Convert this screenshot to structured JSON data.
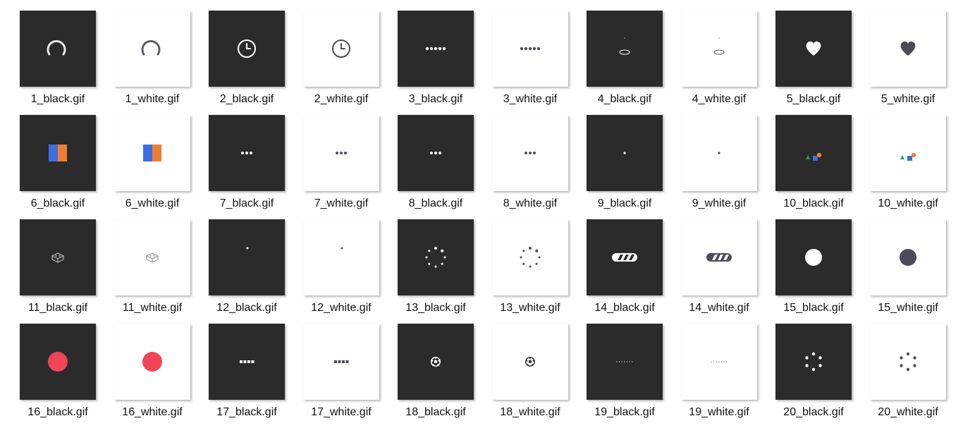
{
  "colors": {
    "dark_bg": "#2b2b2b",
    "light_bg": "#ffffff",
    "light_fg": "#4b4b5a",
    "accent_red": "#f04458",
    "accent_blue": "#3b6fe0",
    "accent_orange": "#ef7d31",
    "accent_green": "#1aa35a"
  },
  "files": [
    {
      "name": "1_black.gif",
      "bg": "black",
      "icon": "spinner-arc-icon"
    },
    {
      "name": "1_white.gif",
      "bg": "white",
      "icon": "spinner-arc-icon"
    },
    {
      "name": "2_black.gif",
      "bg": "black",
      "icon": "clock-icon"
    },
    {
      "name": "2_white.gif",
      "bg": "white",
      "icon": "clock-icon"
    },
    {
      "name": "3_black.gif",
      "bg": "black",
      "icon": "five-dots-icon"
    },
    {
      "name": "3_white.gif",
      "bg": "white",
      "icon": "five-dots-icon"
    },
    {
      "name": "4_black.gif",
      "bg": "black",
      "icon": "bounce-ring-icon"
    },
    {
      "name": "4_white.gif",
      "bg": "white",
      "icon": "bounce-ring-icon"
    },
    {
      "name": "5_black.gif",
      "bg": "black",
      "icon": "heart-icon"
    },
    {
      "name": "5_white.gif",
      "bg": "white",
      "icon": "heart-icon"
    },
    {
      "name": "6_black.gif",
      "bg": "black",
      "icon": "flip-blocks-icon"
    },
    {
      "name": "6_white.gif",
      "bg": "white",
      "icon": "flip-blocks-icon"
    },
    {
      "name": "7_black.gif",
      "bg": "black",
      "icon": "three-dots-icon"
    },
    {
      "name": "7_white.gif",
      "bg": "white",
      "icon": "three-dots-icon"
    },
    {
      "name": "8_black.gif",
      "bg": "black",
      "icon": "three-dots-icon"
    },
    {
      "name": "8_white.gif",
      "bg": "white",
      "icon": "three-dots-icon"
    },
    {
      "name": "9_black.gif",
      "bg": "black",
      "icon": "single-dot-icon"
    },
    {
      "name": "9_white.gif",
      "bg": "white",
      "icon": "single-dot-icon"
    },
    {
      "name": "10_black.gif",
      "bg": "black",
      "icon": "shapes-icon"
    },
    {
      "name": "10_white.gif",
      "bg": "white",
      "icon": "shapes-icon"
    },
    {
      "name": "11_black.gif",
      "bg": "black",
      "icon": "iso-cube-icon"
    },
    {
      "name": "11_white.gif",
      "bg": "white",
      "icon": "iso-cube-icon"
    },
    {
      "name": "12_black.gif",
      "bg": "black",
      "icon": "small-dot-icon"
    },
    {
      "name": "12_white.gif",
      "bg": "white",
      "icon": "small-dot-icon"
    },
    {
      "name": "13_black.gif",
      "bg": "black",
      "icon": "dot-ring-icon"
    },
    {
      "name": "13_white.gif",
      "bg": "white",
      "icon": "dot-ring-icon"
    },
    {
      "name": "14_black.gif",
      "bg": "black",
      "icon": "striped-bar-icon"
    },
    {
      "name": "14_white.gif",
      "bg": "white",
      "icon": "striped-bar-icon"
    },
    {
      "name": "15_black.gif",
      "bg": "black",
      "icon": "circle-icon"
    },
    {
      "name": "15_white.gif",
      "bg": "white",
      "icon": "circle-icon"
    },
    {
      "name": "16_black.gif",
      "bg": "black",
      "icon": "red-circle-icon"
    },
    {
      "name": "16_white.gif",
      "bg": "white",
      "icon": "red-circle-icon"
    },
    {
      "name": "17_black.gif",
      "bg": "black",
      "icon": "four-squares-icon"
    },
    {
      "name": "17_white.gif",
      "bg": "white",
      "icon": "four-squares-icon"
    },
    {
      "name": "18_black.gif",
      "bg": "black",
      "icon": "soccer-ball-icon"
    },
    {
      "name": "18_white.gif",
      "bg": "white",
      "icon": "soccer-ball-icon"
    },
    {
      "name": "19_black.gif",
      "bg": "black",
      "icon": "tiny-dots-icon"
    },
    {
      "name": "19_white.gif",
      "bg": "white",
      "icon": "tiny-dots-icon"
    },
    {
      "name": "20_black.gif",
      "bg": "black",
      "icon": "dot-spinner-icon"
    },
    {
      "name": "20_white.gif",
      "bg": "white",
      "icon": "dot-spinner-icon"
    }
  ]
}
